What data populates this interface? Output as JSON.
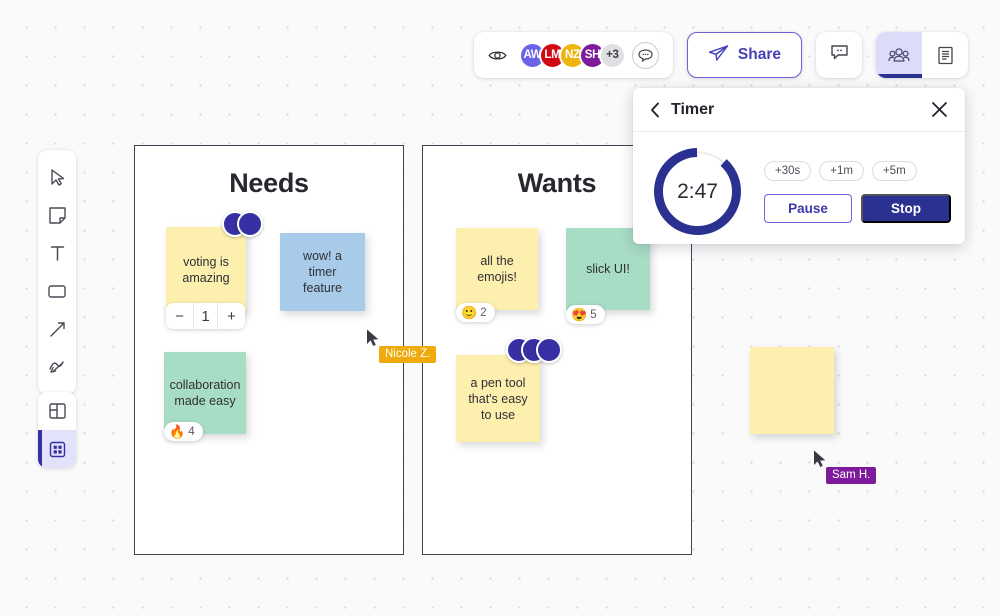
{
  "canvas": {
    "background_color": "#fafafa",
    "dot_color": "#d8d8d8"
  },
  "toolbar": {
    "tools": [
      {
        "name": "cursor-tool",
        "icon": "cursor-icon",
        "active": false
      },
      {
        "name": "sticky-note-tool",
        "icon": "sticky-note-icon",
        "active": false
      },
      {
        "name": "text-tool",
        "icon": "text-icon",
        "active": false
      },
      {
        "name": "shape-tool",
        "icon": "rectangle-icon",
        "active": false
      },
      {
        "name": "arrow-tool",
        "icon": "arrow-icon",
        "active": false
      },
      {
        "name": "pen-tool",
        "icon": "pen-scribble-icon",
        "active": false
      }
    ],
    "extra_tools": [
      {
        "name": "templates-tool",
        "icon": "template-layout-icon",
        "active": false
      },
      {
        "name": "apps-tool",
        "icon": "grid-apps-icon",
        "active": true
      }
    ]
  },
  "top_bar": {
    "eye_icon": "eye-icon",
    "avatars": [
      {
        "initials": "AW",
        "color": "#6b63e8"
      },
      {
        "initials": "LM",
        "color": "#cf0a15"
      },
      {
        "initials": "NZ",
        "color": "#eeb510"
      },
      {
        "initials": "SH",
        "color": "#7d1b9c"
      }
    ],
    "overflow_label": "+3",
    "comment_bubble_icon": "comment-dots-icon",
    "share_label": "Share",
    "share_icon": "paper-plane-icon",
    "comment_button_icon": "comment-icon",
    "panel_tabs": [
      {
        "name": "people-panel-tab",
        "icon": "people-group-icon",
        "active": true
      },
      {
        "name": "notes-panel-tab",
        "icon": "document-lines-icon",
        "active": false
      }
    ]
  },
  "frames": [
    {
      "title": "Needs",
      "notes": [
        {
          "text": "voting is amazing",
          "color": "yellow"
        },
        {
          "text": "wow! a timer feature",
          "color": "blue"
        },
        {
          "text": "collaboration made easy",
          "color": "green"
        }
      ]
    },
    {
      "title": "Wants",
      "notes": [
        {
          "text": "all the emojis!",
          "color": "yellow"
        },
        {
          "text": "slick UI!",
          "color": "green"
        },
        {
          "text": "a pen tool that's easy to use",
          "color": "yellow"
        }
      ]
    }
  ],
  "votes": {
    "needs_note1_dots": 2,
    "wants_note3_dots": 3,
    "stepper": {
      "minus_label": "−",
      "count": "1",
      "plus_label": "+"
    }
  },
  "reactions": [
    {
      "name": "fire-reaction",
      "emoji": "🔥",
      "count": "4"
    },
    {
      "name": "smile-reaction",
      "emoji": "🙂",
      "count": "2"
    },
    {
      "name": "heart-eyes-reaction",
      "emoji": "😍",
      "count": "5"
    }
  ],
  "cursors": [
    {
      "label": "Nicole Z.",
      "color": "#eeab0b"
    },
    {
      "label": "Sam H.",
      "color": "#7d1b9c"
    }
  ],
  "standalone_note": {
    "text": "",
    "color": "yellow"
  },
  "timer": {
    "back_icon": "chevron-left-icon",
    "title": "Timer",
    "close_icon": "close-x-icon",
    "remaining": "2:47",
    "progress_percent": 88,
    "ring_color": "#2a3191",
    "quick_adds": [
      "+30s",
      "+1m",
      "+5m"
    ],
    "pause_label": "Pause",
    "stop_label": "Stop"
  }
}
